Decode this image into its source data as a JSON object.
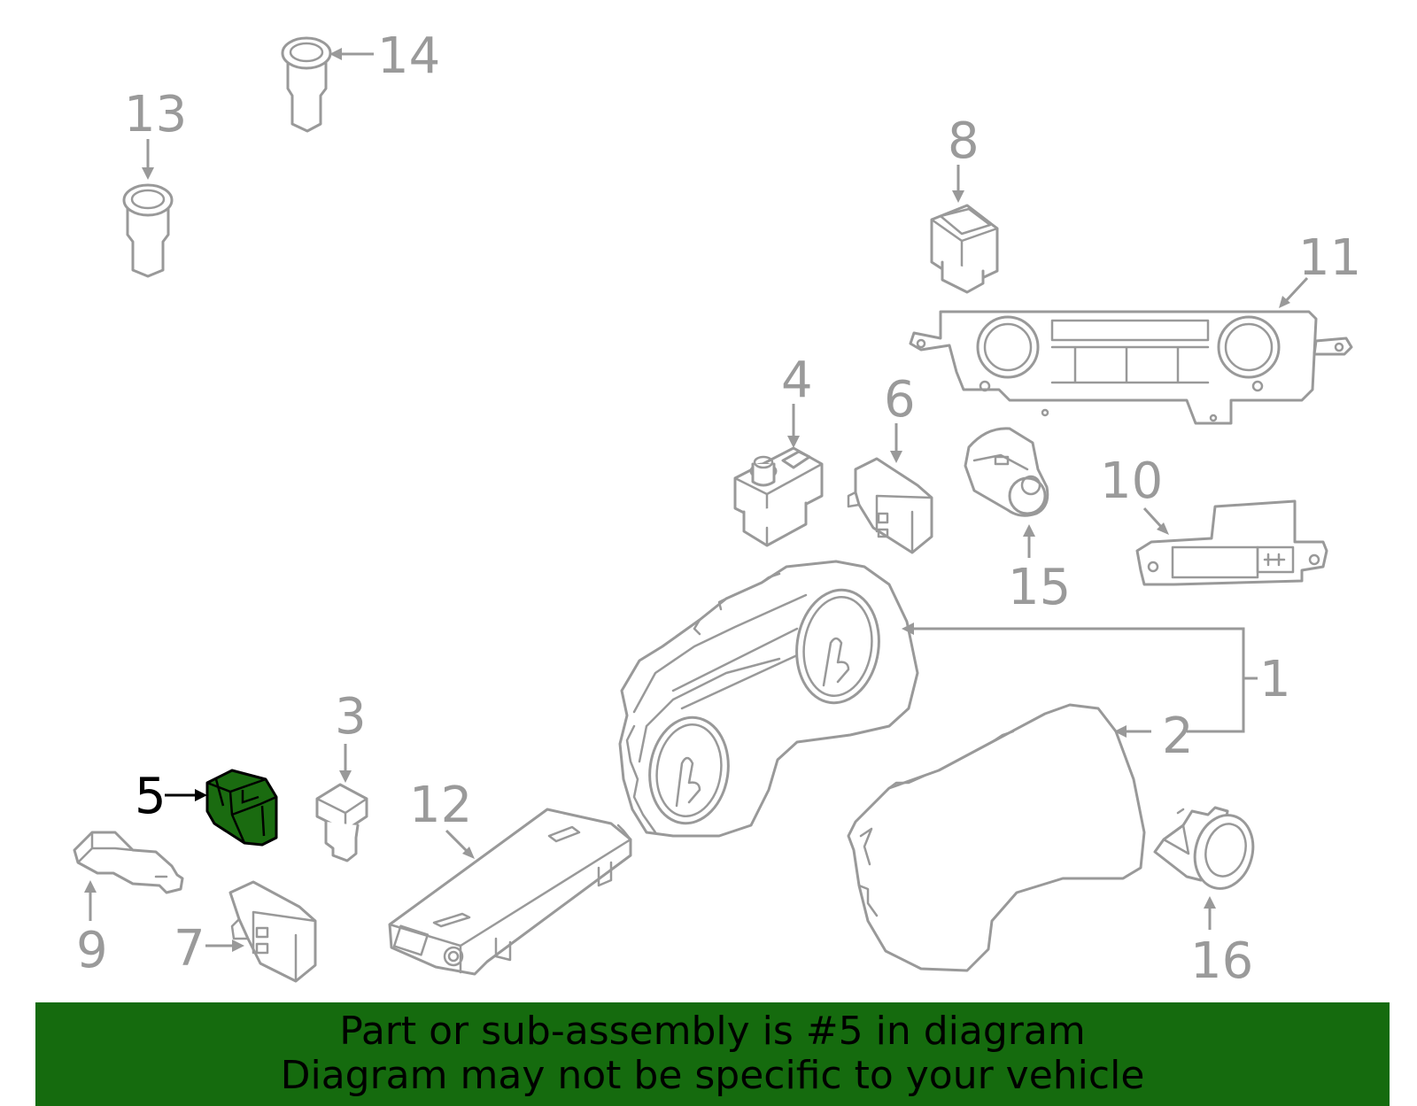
{
  "colors": {
    "line": "#999999",
    "highlight_fill": "#1a6b10",
    "banner_bg": "#156b0e",
    "highlight_text": "#000000"
  },
  "callouts": {
    "c1": "1",
    "c2": "2",
    "c3": "3",
    "c4": "4",
    "c5": "5",
    "c6": "6",
    "c7": "7",
    "c8": "8",
    "c9": "9",
    "c10": "10",
    "c11": "11",
    "c12": "12",
    "c13": "13",
    "c14": "14",
    "c15": "15",
    "c16": "16"
  },
  "highlighted_part": "5",
  "banner": {
    "line1": "Part or sub-assembly is #5 in diagram",
    "line2": "Diagram may not be specific to your vehicle"
  }
}
